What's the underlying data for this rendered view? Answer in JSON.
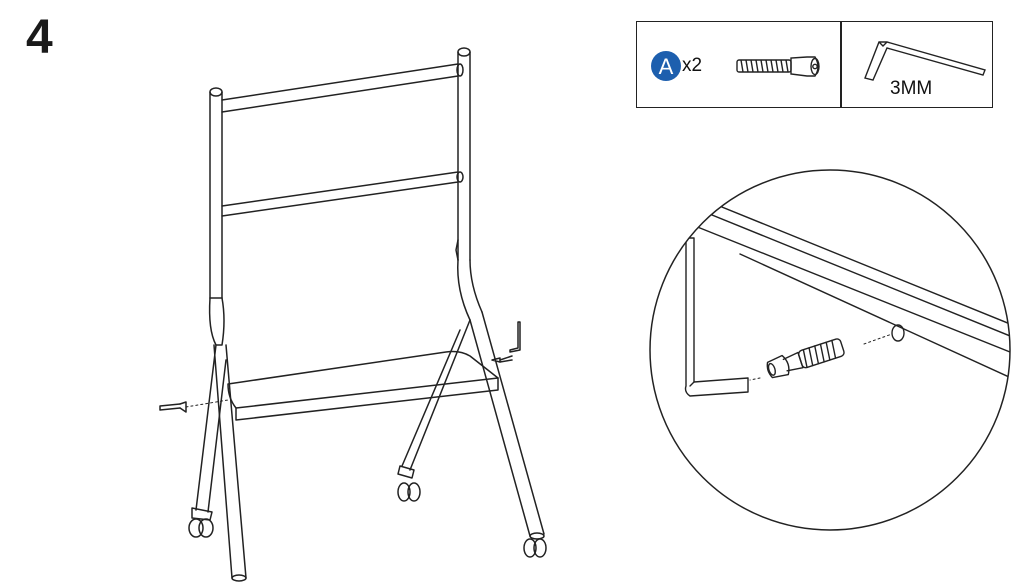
{
  "step": {
    "number": "4"
  },
  "parts": {
    "fastener": {
      "badge": "A",
      "quantity": "x2",
      "icon": "bolt-icon"
    },
    "tool": {
      "size": "3MM",
      "icon": "hex-key-icon"
    }
  },
  "illustration": {
    "main": "stand-assembly-illustration",
    "detail": "detail-zoom-circle"
  },
  "colors": {
    "badge": "#1d5fae",
    "line": "#222222"
  }
}
